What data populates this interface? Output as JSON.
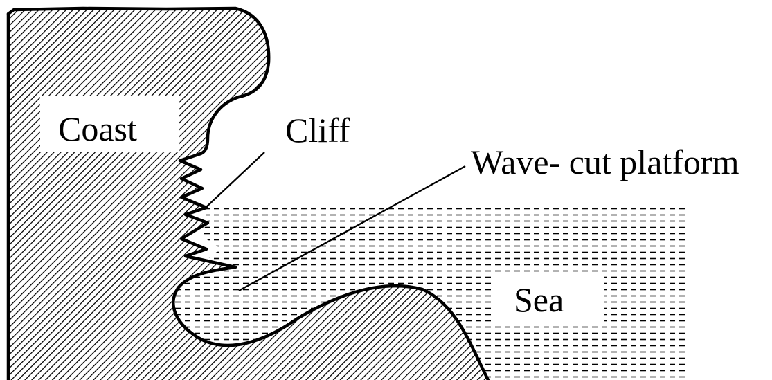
{
  "labels": {
    "coast": "Coast",
    "cliff": "Cliff",
    "platform": "Wave- cut platform",
    "sea": "Sea"
  },
  "colors": {
    "ink": "#000000",
    "background": "#ffffff"
  }
}
